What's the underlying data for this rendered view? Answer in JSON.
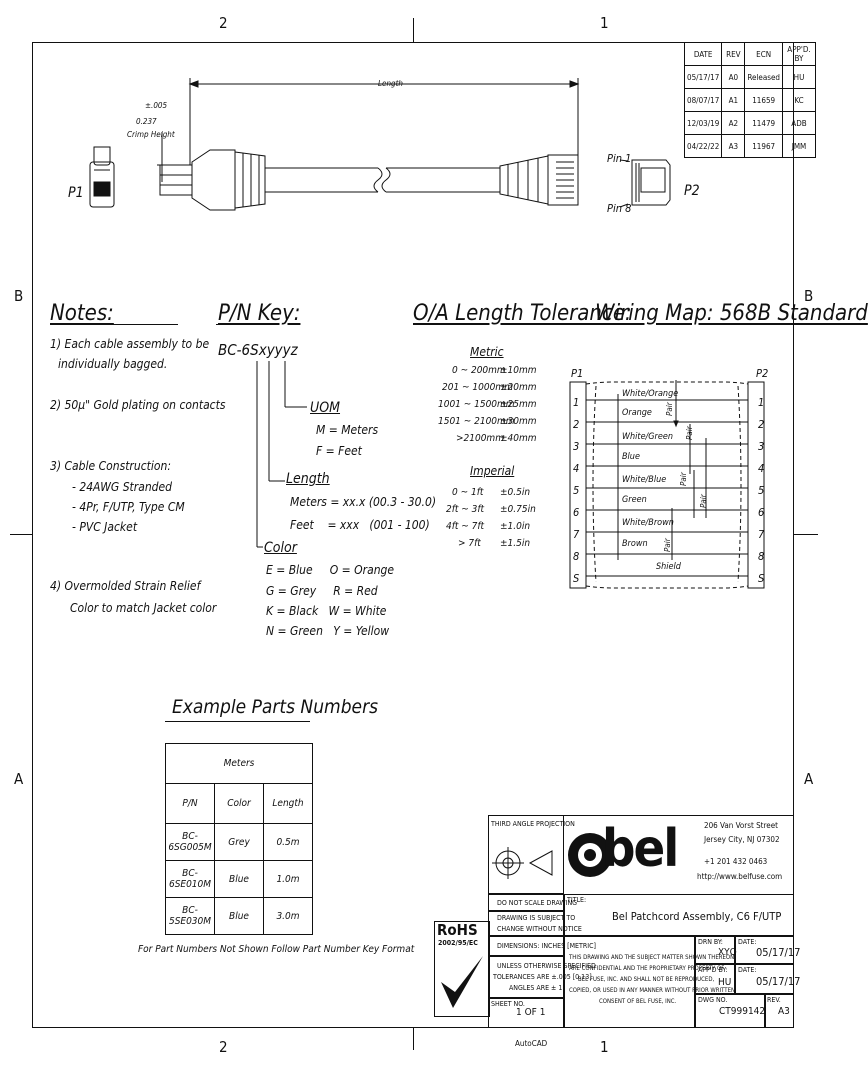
{
  "zones": {
    "top_left": "2",
    "top_right": "1",
    "bottom_left": "2",
    "bottom_right": "1",
    "left_upper": "B",
    "right_upper": "B",
    "left_lower": "A",
    "right_lower": "A"
  },
  "revisions": {
    "headers": [
      "DATE",
      "REV",
      "ECN",
      "APP'D. BY"
    ],
    "rows": [
      [
        "05/17/17",
        "A0",
        "Released",
        "HU"
      ],
      [
        "08/07/17",
        "A1",
        "11659",
        "KC"
      ],
      [
        "12/03/19",
        "A2",
        "11479",
        "ADB"
      ],
      [
        "04/22/22",
        "A3",
        "11967",
        "JMM"
      ]
    ]
  },
  "drawing": {
    "length_label": "Length",
    "tol": "±.005",
    "crimp_value": "0.237",
    "crimp_label": "Crimp Height",
    "p1": "P1",
    "p2": "P2",
    "pin1": "Pin 1",
    "pin8": "Pin 8"
  },
  "notes": {
    "title": "Notes:",
    "n1a": "1) Each cable assembly to be",
    "n1b": "individually bagged.",
    "n2": "2) 50µ\" Gold plating on contacts",
    "n3": "3) Cable Construction:",
    "n3a": "- 24AWG Stranded",
    "n3b": "- 4Pr, F/UTP, Type CM",
    "n3c": "- PVC Jacket",
    "n4a": "4) Overmolded Strain Relief",
    "n4b": "Color to match Jacket color"
  },
  "pnkey": {
    "title": "P/N Key:",
    "code": "BC-6Sxyyyz",
    "uom": "UOM",
    "uom_m": "M = Meters",
    "uom_f": "F = Feet",
    "length": "Length",
    "meters": "Meters = xx.x (00.3 - 30.0)",
    "feet": "Feet    = xxx   (001 - 100)",
    "color": "Color",
    "c1": "E = Blue     O = Orange",
    "c2": "G = Grey     R = Red",
    "c3": "K = Black   W = White",
    "c4": "N = Green   Y = Yellow"
  },
  "tolerance": {
    "title": "O/A Length Tolerance:",
    "metric": "Metric",
    "metric_rows": [
      [
        "0 ~ 200mm",
        "±10mm"
      ],
      [
        "201 ~ 1000mm",
        "±20mm"
      ],
      [
        "1001 ~ 1500mm",
        "±25mm"
      ],
      [
        "1501 ~ 2100mm",
        "±30mm"
      ],
      [
        ">2100mm",
        "±40mm"
      ]
    ],
    "imperial": "Imperial",
    "imperial_rows": [
      [
        "0 ~ 1ft",
        "±0.5in"
      ],
      [
        "2ft ~ 3ft",
        "±0.75in"
      ],
      [
        "4ft ~ 7ft",
        "±1.0in"
      ],
      [
        "> 7ft",
        "±1.5in"
      ]
    ]
  },
  "wiring": {
    "title": "Wiring Map: 568B Standard",
    "p1": "P1",
    "p2": "P2",
    "pins": [
      "1",
      "2",
      "3",
      "4",
      "5",
      "6",
      "7",
      "8",
      "S"
    ],
    "wires": [
      "White/Orange",
      "Orange",
      "White/Green",
      "Blue",
      "White/Blue",
      "Green",
      "White/Brown",
      "Brown"
    ],
    "shield": "Shield",
    "pair": "Pair"
  },
  "examples": {
    "title": "Example Parts Numbers",
    "group": "Meters",
    "headers": [
      "P/N",
      "Color",
      "Length"
    ],
    "rows": [
      [
        "BC-6SG005M",
        "Grey",
        "0.5m"
      ],
      [
        "BC-6SE010M",
        "Blue",
        "1.0m"
      ],
      [
        "BC-5SE030M",
        "Blue",
        "3.0m"
      ]
    ],
    "footnote": "For Part Numbers Not Shown Follow Part Number Key Format"
  },
  "rohs": {
    "label": "RoHS",
    "sub": "2002/95/EC"
  },
  "titleblock": {
    "projection": "THIRD ANGLE PROJECTION",
    "logo": "bel",
    "addr1": "206 Van Vorst Street",
    "addr2": "Jersey City, NJ 07302",
    "phone": "+1 201 432 0463",
    "web": "http://www.belfuse.com",
    "noscale": "DO NOT SCALE DRAWING",
    "subject1": "DRAWING IS SUBJECT TO",
    "subject2": "CHANGE WITHOUT NOTICE",
    "dims": "DIMENSIONS: INCHES [METRIC]",
    "tol1": "UNLESS OTHERWISE SPECIFIED",
    "tol2": "TOLERANCES ARE ±.005 [0.13]",
    "tol3": "ANGLES ARE ± 1°",
    "sheet_label": "SHEET NO.",
    "sheet": "1 OF 1",
    "title_label": "TITLE:",
    "title": "Bel Patchcord Assembly, C6 F/UTP",
    "conf1": "THIS DRAWING AND THE SUBJECT MATTER SHOWN THEREON",
    "conf2": "ARE CONFIDENTIAL AND THE PROPRIETARY PROPERTY OF",
    "conf3": "BEL FUSE, INC. AND SHALL NOT BE REPRODUCED,",
    "conf4": "COPIED, OR USED IN ANY MANNER WITHOUT PRIOR WRITTEN",
    "conf5": "CONSENT OF BEL FUSE, INC.",
    "drn_label": "DRN BY:",
    "drn": "XYQ",
    "date_label": "DATE:",
    "date1": "05/17/17",
    "appd_label": "APP'D BY:",
    "appd": "HU",
    "date2": "05/17/17",
    "dwg_label": "DWG NO.",
    "dwg": "CT999142",
    "rev_label": "REV.",
    "rev": "A3"
  },
  "footer": "AutoCAD"
}
